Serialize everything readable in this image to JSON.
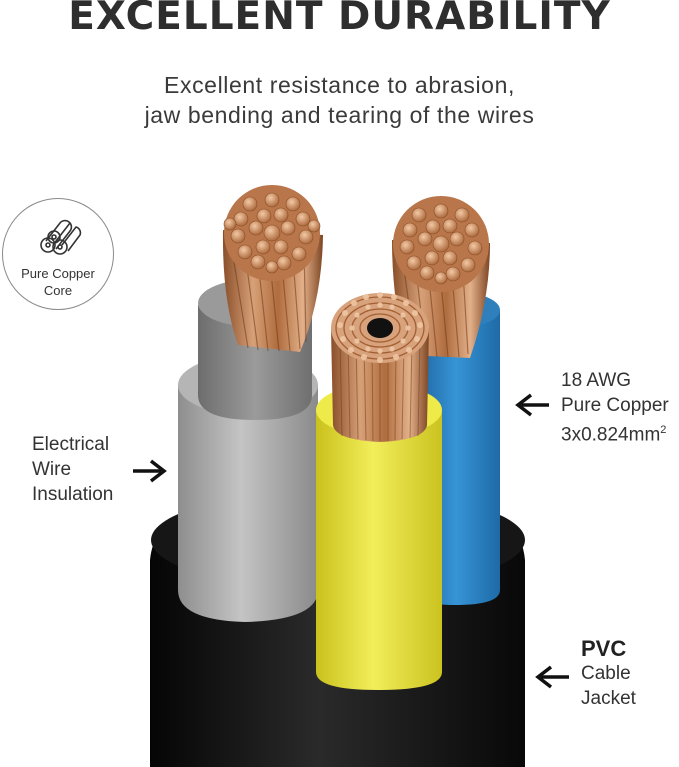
{
  "header": {
    "title": "EXCELLENT DURABILITY",
    "subtitle_line1": "Excellent resistance to abrasion,",
    "subtitle_line2": "jaw bending and tearing of the wires"
  },
  "badge": {
    "line1": "Pure Copper",
    "line2": "Core",
    "icon": "copper-strands-icon"
  },
  "labels": {
    "insulation_line1": "Electrical",
    "insulation_line2": "Wire",
    "insulation_line3": "Insulation",
    "copper_line1": "18 AWG",
    "copper_line2": "Pure Copper",
    "copper_line3_base": "3x0.824mm",
    "copper_line3_sup": "2",
    "jacket_line1": "PVC",
    "jacket_line2": "Cable",
    "jacket_line3": "Jacket"
  },
  "colors": {
    "jacket": "#121212",
    "grey_wire": "#a9a9a9",
    "blue_wire": "#2e86c8",
    "yellow_wire": "#e7e33a",
    "copper": "#c98a5a"
  }
}
